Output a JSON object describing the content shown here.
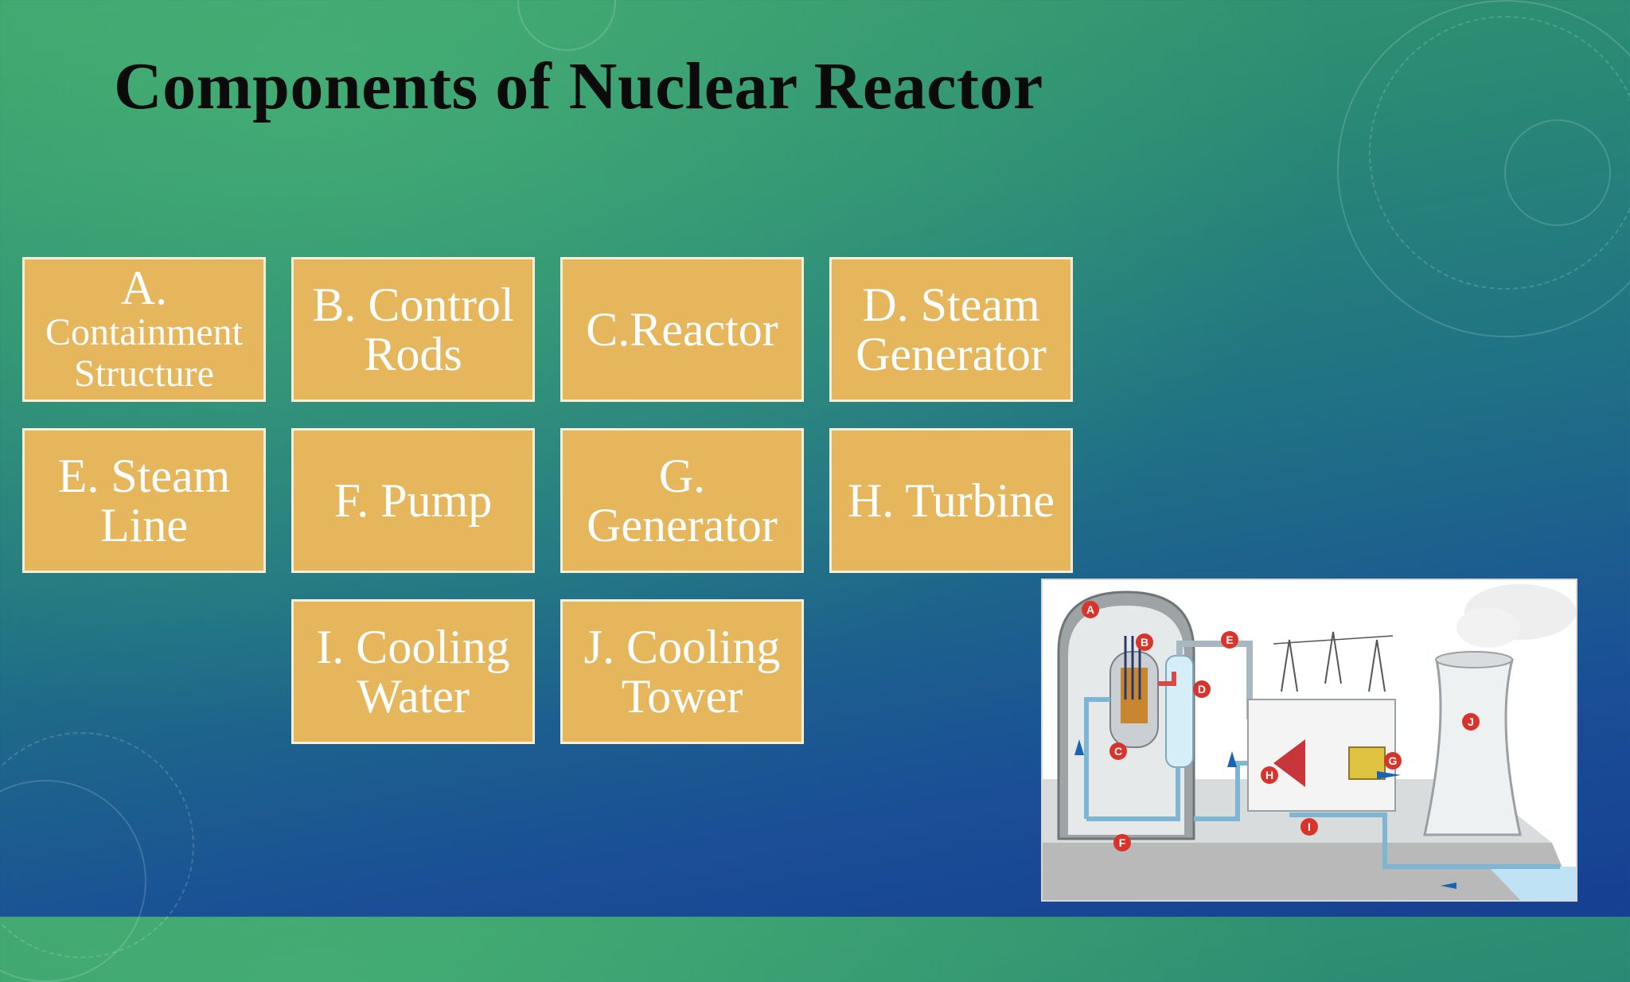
{
  "slide": {
    "title": "Components of Nuclear Reactor",
    "tiles": [
      {
        "letter": "A.",
        "label": "Containment Structure"
      },
      {
        "label": "B. Control Rods"
      },
      {
        "label": "C.Reactor"
      },
      {
        "label": "D. Steam Generator"
      },
      {
        "label": "E. Steam Line"
      },
      {
        "label": "F. Pump"
      },
      {
        "label": "G. Generator"
      },
      {
        "label": "H. Turbine"
      },
      {
        "label": "I. Cooling Water"
      },
      {
        "label": "J. Cooling Tower"
      }
    ]
  },
  "diagram": {
    "markers": [
      "A",
      "B",
      "C",
      "D",
      "E",
      "F",
      "G",
      "H",
      "I",
      "J"
    ]
  },
  "colors": {
    "tile_fill": "#e5b65c",
    "tile_border": "#f7efd9",
    "marker_red": "#d9342b"
  }
}
